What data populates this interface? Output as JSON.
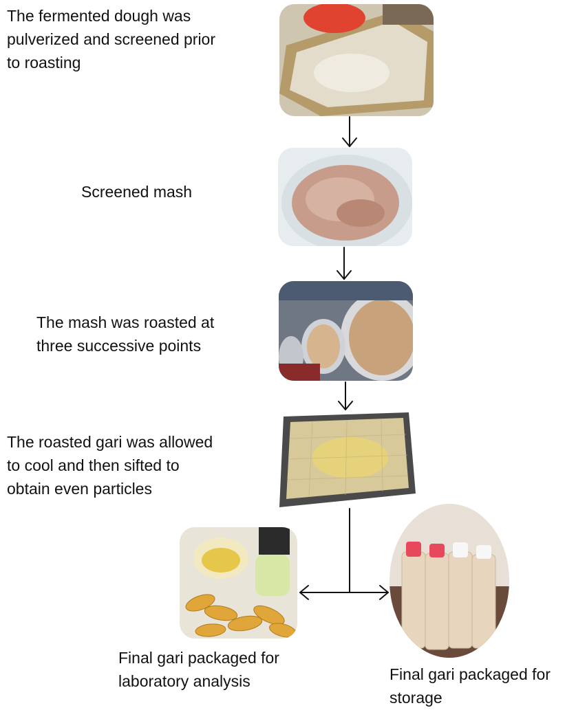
{
  "steps": [
    {
      "text": "The fermented dough was\npulverized and screened prior\nto roasting",
      "image": "pulverizing-dough-photo"
    },
    {
      "text": "Screened mash",
      "image": "screened-mash-photo"
    },
    {
      "text": "The mash was roasted at\nthree successive points",
      "image": "roasting-pans-photo"
    },
    {
      "text": "The roasted gari was allowed\nto cool and then sifted to\nobtain even particles",
      "image": "cooling-sieve-photo"
    }
  ],
  "outputs": [
    {
      "text": "Final gari packaged for\nlaboratory analysis",
      "image": "lab-packages-photo"
    },
    {
      "text": "Final gari packaged for\nstorage",
      "image": "storage-packages-photo"
    }
  ],
  "colors": {
    "line": "#111111",
    "dough": "#d8cbb0",
    "mash": "#c79c8a",
    "roast": "#c8a27a",
    "gari": "#e6d27a",
    "bottles": "#e0a63a"
  }
}
